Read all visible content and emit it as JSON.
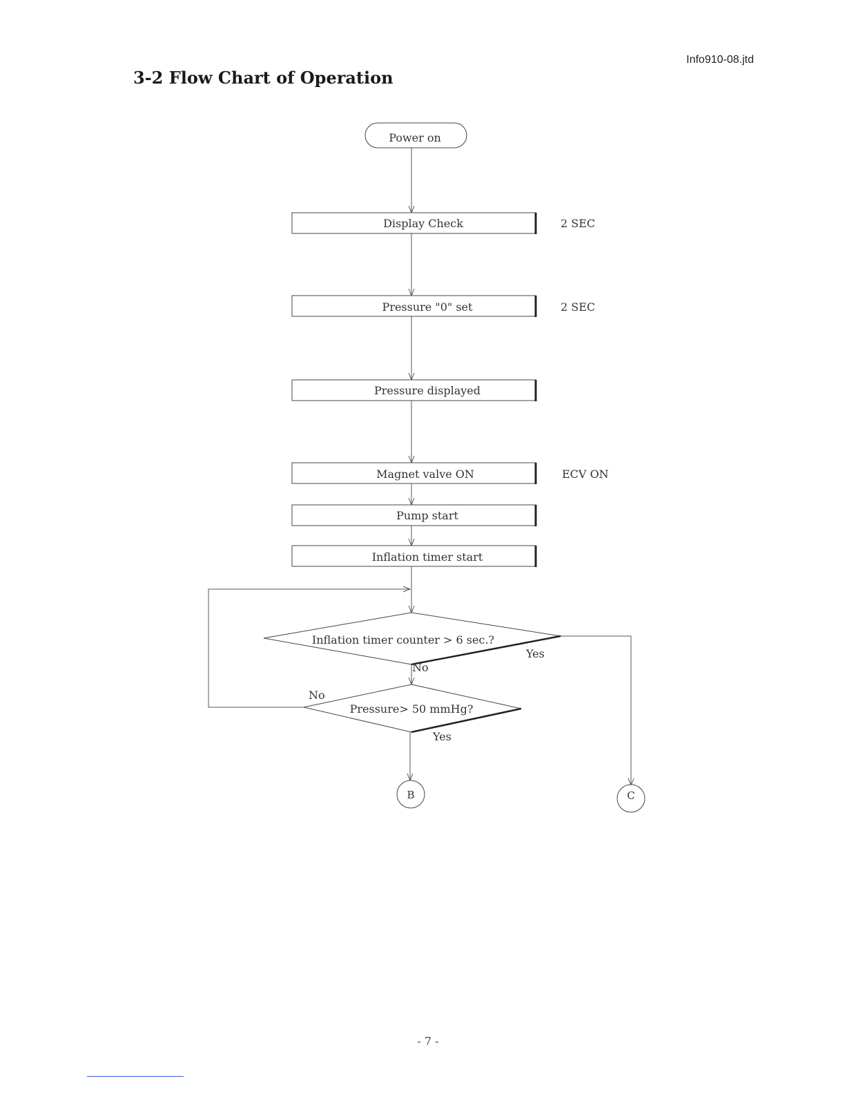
{
  "document": {
    "file_id": "Info910-08.jtd",
    "section_title": "3-2 Flow Chart of Operation",
    "page_number": "- 7 -"
  },
  "flowchart": {
    "start": "Power on",
    "steps": [
      {
        "label": "Display Check",
        "note": "2 SEC"
      },
      {
        "label": "Pressure \"0\" set",
        "note": "2 SEC"
      },
      {
        "label": "Pressure displayed",
        "note": ""
      },
      {
        "label": "Magnet valve ON",
        "note": "ECV ON"
      },
      {
        "label": "Pump start",
        "note": ""
      },
      {
        "label": "Inflation timer start",
        "note": ""
      }
    ],
    "decisions": [
      {
        "question": "Inflation timer counter > 6 sec.?",
        "yes_label": "Yes",
        "no_label": "No"
      },
      {
        "question": "Pressure> 50 mmHg?",
        "yes_label": "Yes",
        "no_label": "No"
      }
    ],
    "connectors": [
      "B",
      "C"
    ]
  },
  "colors": {
    "ink": "#222222",
    "footer_rule": "#3b55d6"
  }
}
